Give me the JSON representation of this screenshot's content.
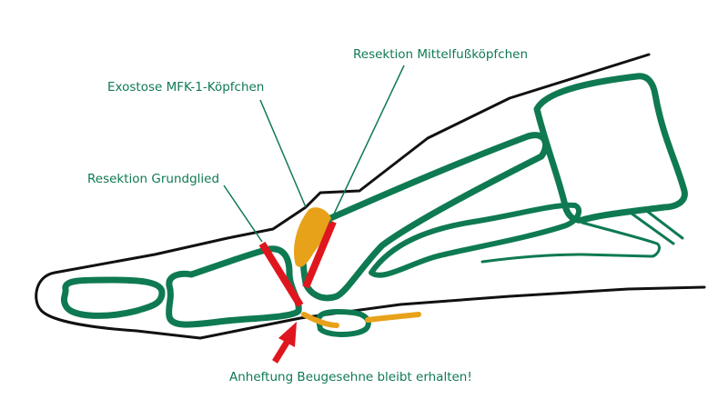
{
  "labels": {
    "resektion_mittelfusskoepfchen": "Resektion Mittelfußköpfchen",
    "exostose": "Exostose MFK-1-Köpfchen",
    "resektion_grundglied": "Resektion Grundglied",
    "beugesehne": "Anheftung Beugesehne bleibt erhalten!"
  },
  "colors": {
    "bone": "#0f7a52",
    "outline": "#111111",
    "resection": "#e0161e",
    "exostosis": "#e8a21a",
    "text": "#0f7a52",
    "background": "#ffffff"
  }
}
